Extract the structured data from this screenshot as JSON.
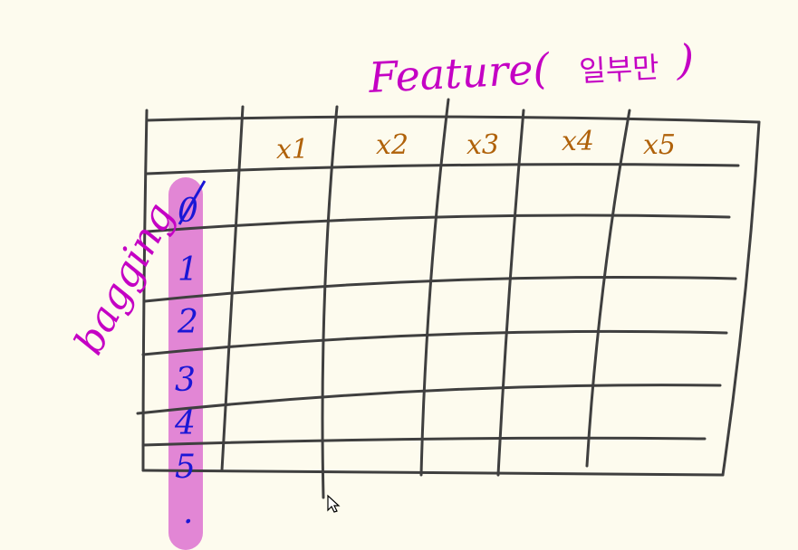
{
  "title": "Feature(",
  "title_korean": "일부만",
  "title_close": ")",
  "side_label": "bagging",
  "columns": [
    "x1",
    "x2",
    "x3",
    "x4",
    "x5"
  ],
  "rows": [
    "0",
    "1",
    "2",
    "3",
    "4",
    "5",
    "."
  ],
  "colors": {
    "background": "#fdfbee",
    "grid": "#3f3f3f",
    "title": "#c400c4",
    "columns": "#b0620a",
    "rows": "#1a17d6",
    "highlight": "#e07fd3"
  }
}
